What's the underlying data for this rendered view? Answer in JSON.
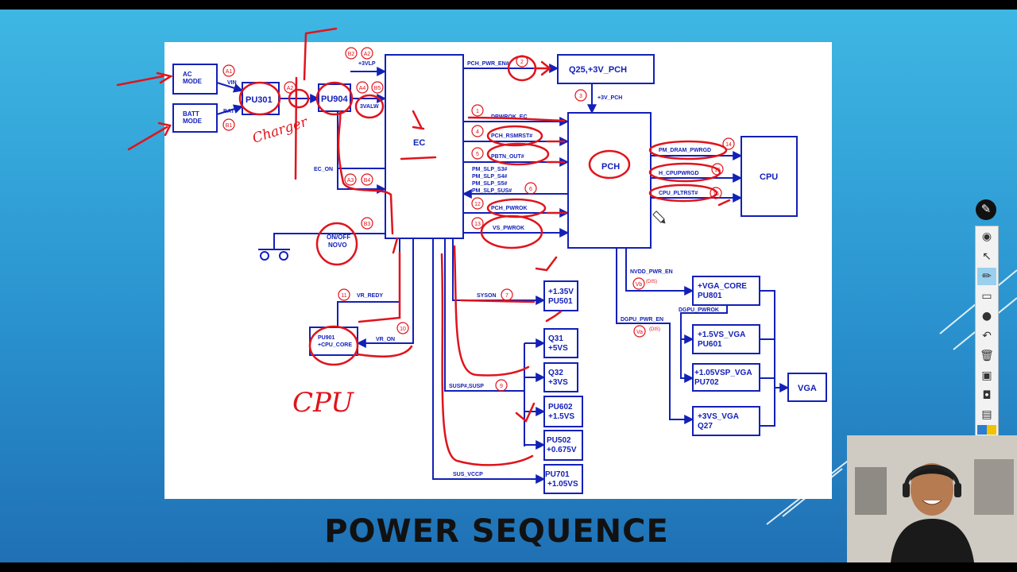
{
  "slide": {
    "title": "POWER SEQUENCE"
  },
  "diagram": {
    "boxes": {
      "ac_mode": "AC\nMODE",
      "batt_mode": "BATT\nMODE",
      "pu301": "PU301",
      "pu904": "PU904",
      "ec": "EC",
      "q25": "Q25,+3V_PCH",
      "pch": "PCH",
      "cpu": "CPU",
      "onoff": "ON/OFF\nNOVO",
      "pu901": "PU901\n+CPU_CORE",
      "pu501": "+1.35V\nPU501",
      "q31": "Q31\n+5VS",
      "q32": "Q32\n+3VS",
      "pu602": "PU602\n+1.5VS",
      "pu502": "PU502\n+0.675V",
      "pu701": "PU701\n+1.05VS",
      "vga_core": "+VGA_CORE\nPU801",
      "vs15_vga": "+1.5VS_VGA\nPU601",
      "vs105_vga": "+1.05VSP_VGA\nPU702",
      "vs3_vga": "+3VS_VGA\nQ27",
      "vga": "VGA"
    },
    "signals": {
      "vin": "VIN",
      "batt": "BATT",
      "p3vlp": "+3VLP",
      "p3valw": "3VALW",
      "ec_on": "EC_ON",
      "pch_pwr_en": "PCH_PWR_EN#",
      "p3v_pch": "+3V_PCH",
      "pwrok_ec": "DPWROK_EC",
      "pch_rsmrst": "PCH_RSMRST#",
      "pbtn_out": "PBTN_OUT#",
      "pm_slp_s3": "PM_SLP_S3#",
      "pm_slp_s4": "PM_SLP_S4#",
      "pm_slp_s5": "PM_SLP_S5#",
      "pm_slp_sus": "PM_SLP_SUS#",
      "pch_pwrok": "PCH_PWROK",
      "vs_pwrok": "VS_PWROK",
      "pm_dram_pwrgd": "PM_DRAM_PWRGD",
      "h_cpupwrgd": "H_CPUPWRGD",
      "cpu_pltrst": "CPU_PLTRST#",
      "vr_redy": "VR_REDY",
      "vr_on": "VR_ON",
      "syson": "SYSON",
      "susp": "SUSP#,SUSP",
      "sus_vccp": "SUS_VCCP",
      "nvdd_pwr_en": "NVDD_PWR_EN",
      "dgpu_pwr_en": "DGPU_PWR_EN",
      "dgpu_pwrok": "DGPU_PWROK",
      "dis": "(DIS)"
    },
    "markers": {
      "a1": "A1",
      "a2": "A2",
      "a2b": "A2",
      "a3": "A3",
      "a4": "A4",
      "b1": "B1",
      "b2": "B2",
      "b3": "B3",
      "b4": "B4",
      "b5": "B5",
      "n1": "1",
      "n2": "2",
      "n3": "3",
      "n4": "4",
      "n5": "5",
      "n6": "6",
      "n7": "7",
      "n9": "9",
      "n10": "10",
      "n11": "11",
      "n12": "12",
      "n13": "13",
      "n14": "14",
      "n15": "15",
      "n16": "16",
      "va": "Va",
      "vb": "Vb"
    },
    "handwriting": {
      "charger": "Charger",
      "cpu": "CPU"
    }
  },
  "toolbar": {
    "icons": [
      "pen-tip-icon",
      "eye-icon",
      "pointer-icon",
      "marker-icon",
      "eraser-icon",
      "dot-icon",
      "undo-icon",
      "trash-icon",
      "screen-icon",
      "camera-icon",
      "clipboard-icon"
    ],
    "colors": {
      "blue": "#2a7fd0",
      "yellow": "#f2c200"
    }
  },
  "colors": {
    "schematic_blue": "#1320b8",
    "annotation_red": "#e0141c",
    "slide_bg": "#2a93cf"
  }
}
